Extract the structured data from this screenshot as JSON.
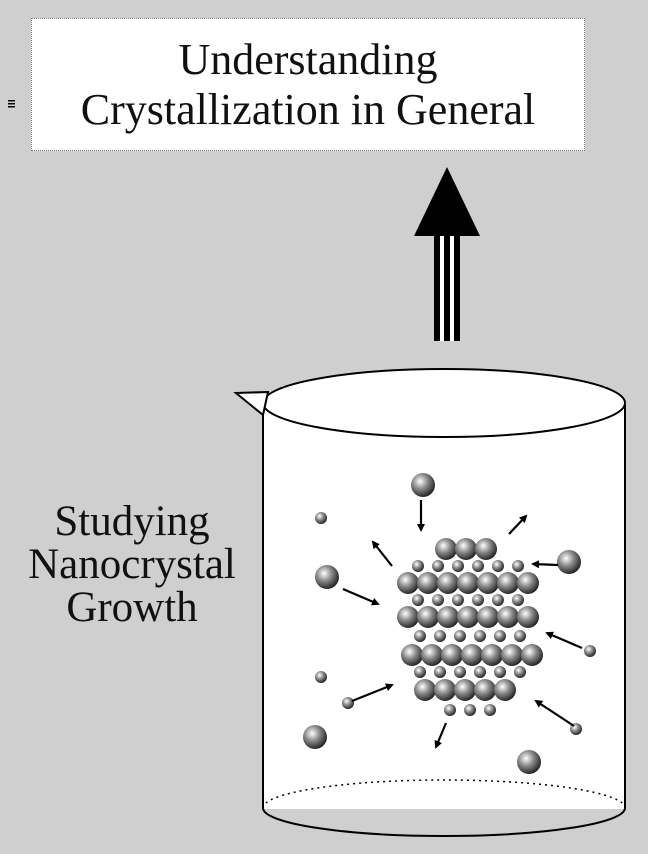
{
  "top_box": {
    "line1": "Understanding",
    "line2": "Crystallization in General"
  },
  "left_label": {
    "line1": "Studying",
    "line2": "Nanocrystal",
    "line3": "Growth"
  },
  "colors": {
    "background": "#cfcfcf",
    "box_fill": "#ffffff",
    "arrow": "#000000"
  }
}
